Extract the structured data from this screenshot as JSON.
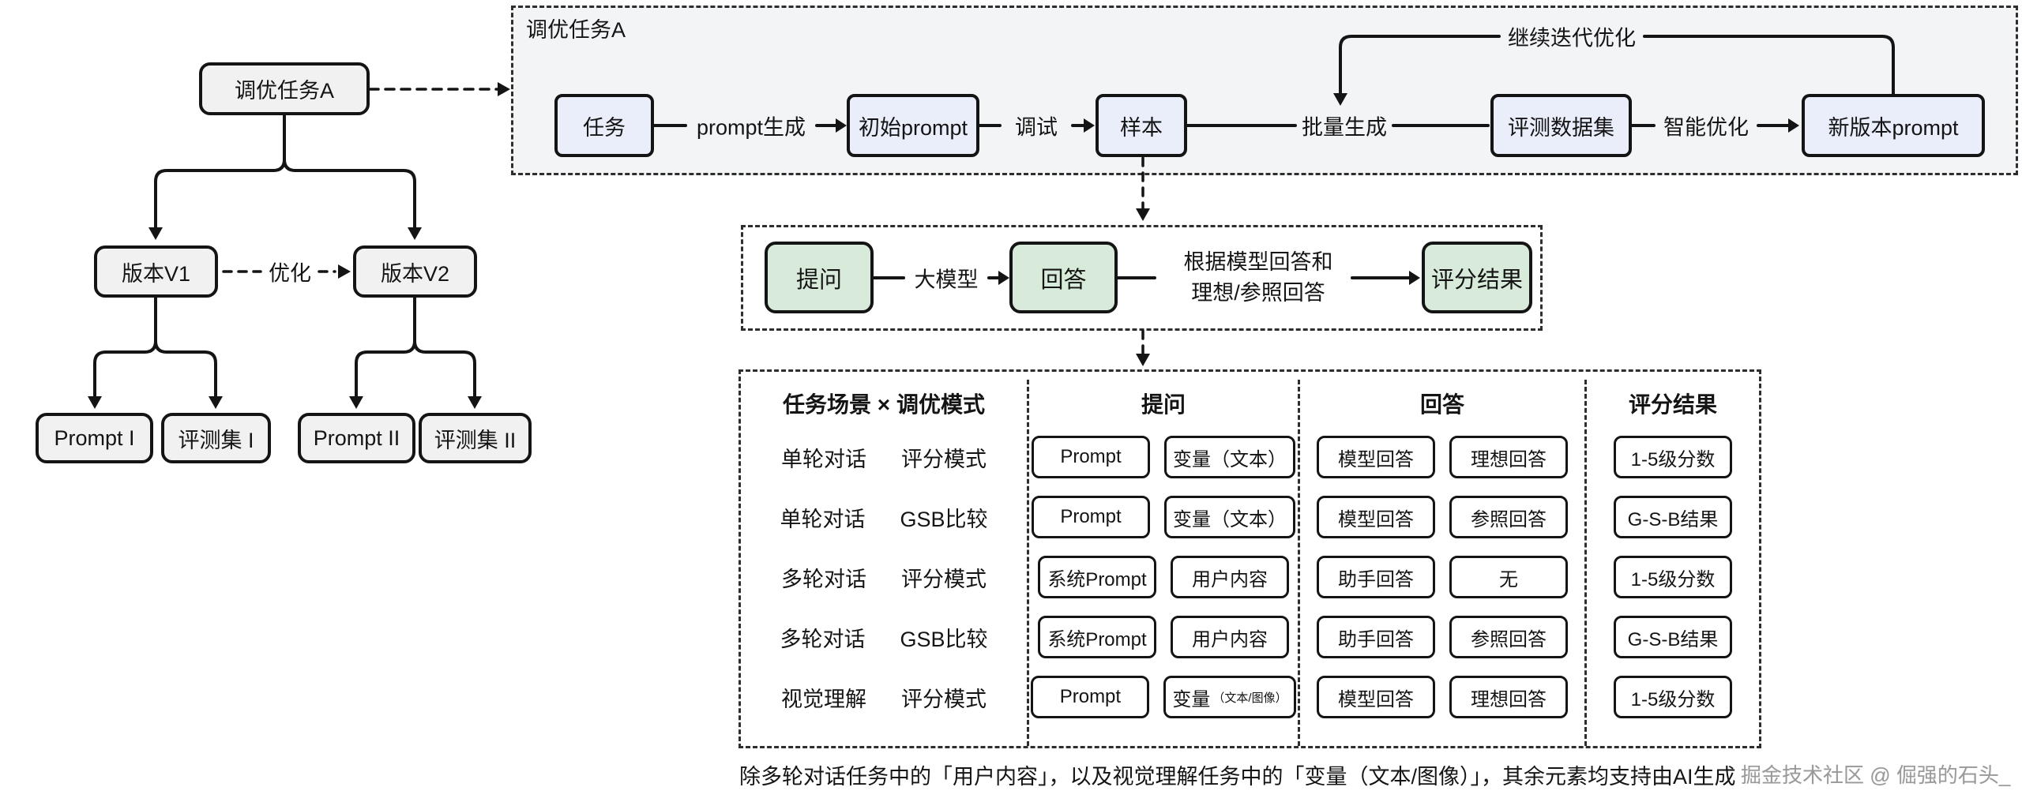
{
  "colors": {
    "ink": "#141414",
    "node_blue": "#eaeefb",
    "node_green": "#d8ebda",
    "node_gray": "#f1f1f2",
    "pipeline_container_bg": "#f3f4f6",
    "watermark_gray": "#9a9a9a"
  },
  "left_tree": {
    "root": "调优任务A",
    "v1": "版本V1",
    "v2": "版本V2",
    "optimize_label": "优化",
    "prompt1": "Prompt I",
    "eval1": "评测集 I",
    "prompt2": "Prompt II",
    "eval2": "评测集 II"
  },
  "pipeline": {
    "container_label": "调优任务A",
    "task": "任务",
    "initial_prompt": "初始prompt",
    "sample": "样本",
    "eval_dataset": "评测数据集",
    "new_prompt": "新版本prompt",
    "label_prompt_gen": "prompt生成",
    "label_debug": "调试",
    "label_batch_gen": "批量生成",
    "label_smart_opt": "智能优化",
    "label_iterate": "继续迭代优化"
  },
  "scoring_flow": {
    "ask": "提问",
    "label_llm": "大模型",
    "answer": "回答",
    "basis_line1": "根据模型回答和",
    "basis_line2": "理想/参照回答",
    "score": "评分结果"
  },
  "matrix": {
    "col_header": "任务场景 × 调优模式",
    "group_headers": [
      "提问",
      "回答",
      "评分结果"
    ],
    "rows": [
      {
        "scene": "单轮对话",
        "mode": "评分模式",
        "ask1": "Prompt",
        "ask2": "变量（文本）",
        "ans1": "模型回答",
        "ans2": "理想回答",
        "score": "1-5级分数"
      },
      {
        "scene": "单轮对话",
        "mode": "GSB比较",
        "ask1": "Prompt",
        "ask2": "变量（文本）",
        "ans1": "模型回答",
        "ans2": "参照回答",
        "score": "G-S-B结果"
      },
      {
        "scene": "多轮对话",
        "mode": "评分模式",
        "ask1": "系统Prompt",
        "ask2": "用户内容",
        "ans1": "助手回答",
        "ans2": "无",
        "score": "1-5级分数"
      },
      {
        "scene": "多轮对话",
        "mode": "GSB比较",
        "ask1": "系统Prompt",
        "ask2": "用户内容",
        "ans1": "助手回答",
        "ans2": "参照回答",
        "score": "G-S-B结果"
      },
      {
        "scene": "视觉理解",
        "mode": "评分模式",
        "ask1": "Prompt",
        "ask2": "变量",
        "ask2_small": "（文本/图像）",
        "ans1": "模型回答",
        "ans2": "理想回答",
        "score": "1-5级分数"
      }
    ]
  },
  "footnote": "除多轮对话任务中的「用户内容」，以及视觉理解任务中的「变量（文本/图像）」，其余元素均支持由AI生成",
  "watermark": "掘金技术社区 @ 倔强的石头_"
}
